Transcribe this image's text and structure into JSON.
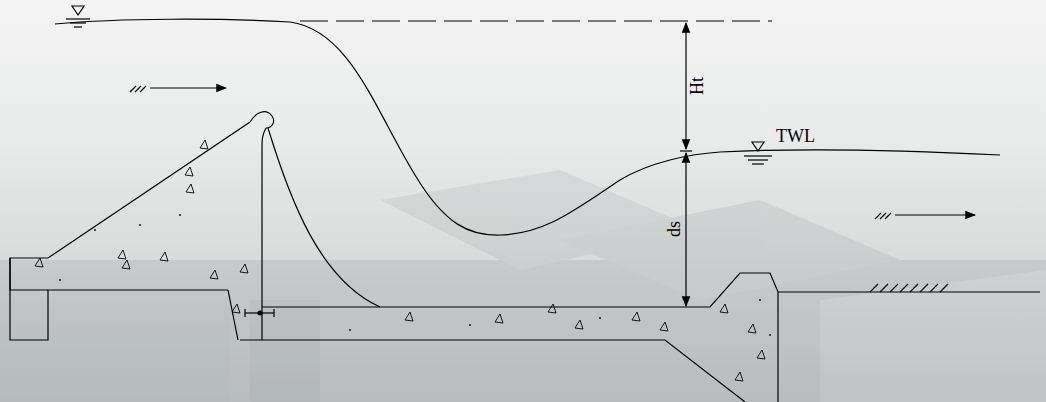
{
  "diagram": {
    "labels": [
      "Ht",
      "TWL",
      "ds"
    ]
  }
}
